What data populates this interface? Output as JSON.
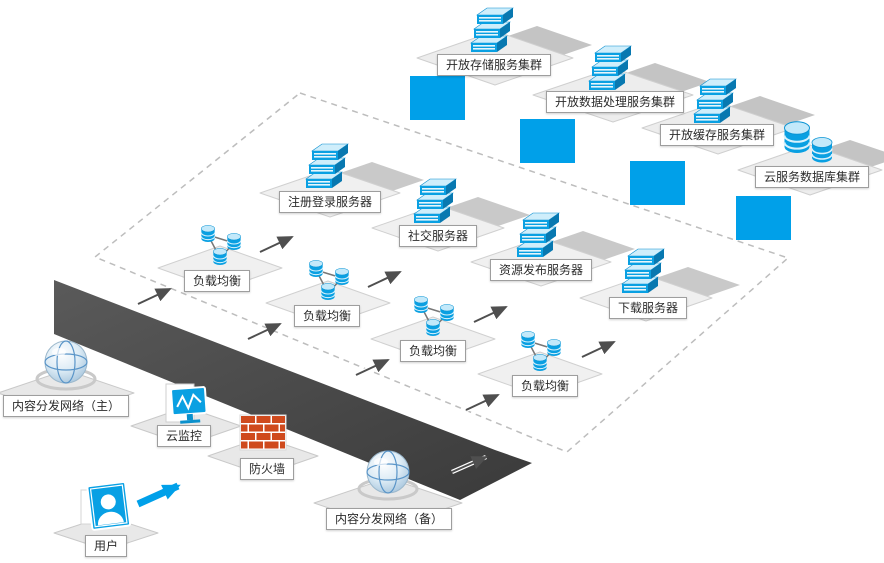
{
  "accent_color": "#00a0e9",
  "band_color": "#4a4a4a",
  "firewall_color": "#cf4a1d",
  "nodes": {
    "clusters": [
      {
        "label": "开放存储服务集群",
        "icon": "server-stack-icon"
      },
      {
        "label": "开放数据处理服务集群",
        "icon": "server-stack-icon"
      },
      {
        "label": "开放缓存服务集群",
        "icon": "server-stack-icon"
      },
      {
        "label": "云服务数据库集群",
        "icon": "database-cluster-icon"
      }
    ],
    "servers": [
      {
        "label": "注册登录服务器",
        "icon": "server-stack-icon"
      },
      {
        "label": "社交服务器",
        "icon": "server-stack-icon"
      },
      {
        "label": "资源发布服务器",
        "icon": "server-stack-icon"
      },
      {
        "label": "下载服务器",
        "icon": "server-stack-icon"
      }
    ],
    "load_balancers": [
      {
        "label": "负载均衡",
        "icon": "load-balancer-icon"
      },
      {
        "label": "负载均衡",
        "icon": "load-balancer-icon"
      },
      {
        "label": "负载均衡",
        "icon": "load-balancer-icon"
      },
      {
        "label": "负载均衡",
        "icon": "load-balancer-icon"
      }
    ],
    "edge": [
      {
        "label": "内容分发网络（主）",
        "icon": "globe-icon"
      },
      {
        "label": "云监控",
        "icon": "monitor-icon"
      },
      {
        "label": "防火墙",
        "icon": "firewall-icon"
      },
      {
        "label": "内容分发网络（备）",
        "icon": "globe-icon"
      },
      {
        "label": "用户",
        "icon": "user-icon"
      }
    ]
  }
}
